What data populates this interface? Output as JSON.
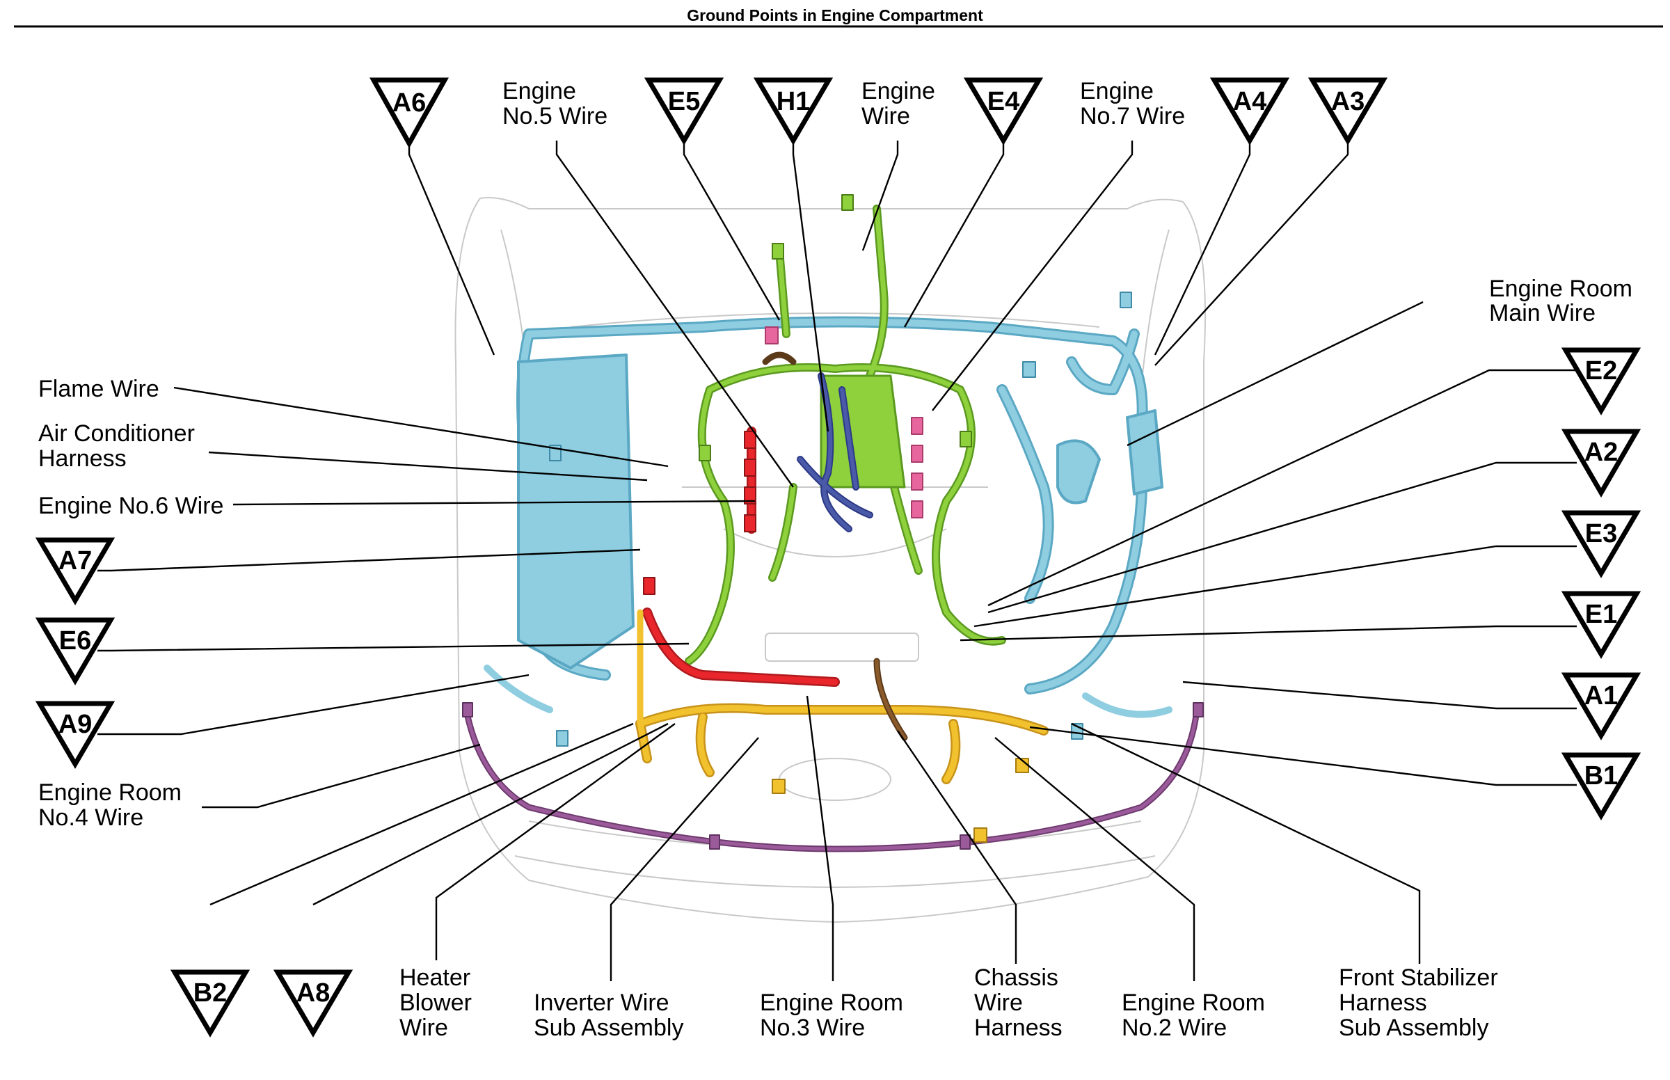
{
  "title": "Ground Points in Engine Compartment",
  "ground_points": [
    "A6",
    "E5",
    "H1",
    "E4",
    "A4",
    "A3",
    "E2",
    "A2",
    "E3",
    "E1",
    "A1",
    "B1",
    "A7",
    "E6",
    "A9",
    "B2",
    "A8"
  ],
  "labels": {
    "engine_no5_wire": [
      "Engine",
      "No.5 Wire"
    ],
    "engine_wire": [
      "Engine",
      "Wire"
    ],
    "engine_no7_wire": [
      "Engine",
      "No.7 Wire"
    ],
    "engine_room_main_wire": [
      "Engine Room",
      "Main Wire"
    ],
    "flame_wire": [
      "Flame Wire"
    ],
    "air_conditioner_harness": [
      "Air Conditioner",
      "Harness"
    ],
    "engine_no6_wire": [
      "Engine No.6 Wire"
    ],
    "engine_room_no4_wire": [
      "Engine Room",
      "No.4 Wire"
    ],
    "heater_blower_wire": [
      "Heater",
      "Blower",
      "Wire"
    ],
    "inverter_wire_sub_assembly": [
      "Inverter Wire",
      "Sub Assembly"
    ],
    "engine_room_no3_wire": [
      "Engine Room",
      "No.3 Wire"
    ],
    "chassis_wire_harness": [
      "Chassis",
      "Wire",
      "Harness"
    ],
    "engine_room_no2_wire": [
      "Engine Room",
      "No.2 Wire"
    ],
    "front_stabilizer_harness_sub_assembly": [
      "Front Stabilizer",
      "Harness",
      "Sub Assembly"
    ]
  },
  "colors": {
    "light_blue_harness": "#8fcde0",
    "green_harness": "#8fd13c",
    "navy_harness": "#4a5aa8",
    "red_harness": "#e8262b",
    "pink_harness": "#e8669e",
    "yellow_harness": "#f2c12e",
    "purple_harness": "#9b5b9b",
    "brown_harness": "#8a5a2b"
  }
}
